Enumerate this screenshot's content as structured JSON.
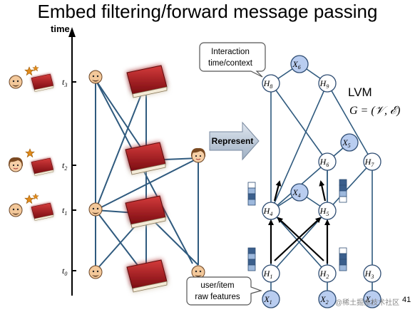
{
  "title": "Embed filtering/forward message passing",
  "time_axis": {
    "label": "time",
    "ticks": [
      {
        "t": "t",
        "sub": "3"
      },
      {
        "t": "t",
        "sub": "2"
      },
      {
        "t": "t",
        "sub": "1"
      },
      {
        "t": "t",
        "sub": "0"
      }
    ]
  },
  "represent_label": "Represent",
  "callouts": {
    "interaction": [
      "Interaction",
      "time/context"
    ],
    "user_item": [
      "user/item",
      "raw features"
    ]
  },
  "lvm": {
    "label": "LVM",
    "equation": "G = (𝒱, ℰ)"
  },
  "nodes": [
    {
      "id": "X6",
      "base": "X",
      "sub": "6",
      "kind": "observed"
    },
    {
      "id": "H8",
      "base": "H",
      "sub": "8",
      "kind": "hidden"
    },
    {
      "id": "H9",
      "base": "H",
      "sub": "9",
      "kind": "hidden"
    },
    {
      "id": "X5",
      "base": "X",
      "sub": "5",
      "kind": "observed"
    },
    {
      "id": "H6",
      "base": "H",
      "sub": "6",
      "kind": "hidden"
    },
    {
      "id": "H7",
      "base": "H",
      "sub": "7",
      "kind": "hidden"
    },
    {
      "id": "X4",
      "base": "X",
      "sub": "4",
      "kind": "observed"
    },
    {
      "id": "H4",
      "base": "H",
      "sub": "4",
      "kind": "hidden"
    },
    {
      "id": "H5",
      "base": "H",
      "sub": "5",
      "kind": "hidden"
    },
    {
      "id": "H1",
      "base": "H",
      "sub": "1",
      "kind": "hidden"
    },
    {
      "id": "H2",
      "base": "H",
      "sub": "2",
      "kind": "hidden"
    },
    {
      "id": "H3",
      "base": "H",
      "sub": "3",
      "kind": "hidden"
    },
    {
      "id": "X1",
      "base": "X",
      "sub": "1",
      "kind": "observed"
    },
    {
      "id": "X2",
      "base": "X",
      "sub": "2",
      "kind": "observed"
    },
    {
      "id": "X3",
      "base": "X",
      "sub": "3",
      "kind": "observed"
    }
  ],
  "footer": "@稀土掘金技术社区",
  "page_number": "41",
  "colors": {
    "observed_fill": "#b9cdf0",
    "hidden_fill": "#ffffff",
    "node_stroke": "#2f4d73",
    "edge": "#2f5a7e",
    "book_red": "#a8141c",
    "glow": "#6fa4e0"
  },
  "icons": [
    "user-face-icon",
    "woman-face-icon",
    "book-icon",
    "star-icon",
    "arrow-icon"
  ]
}
